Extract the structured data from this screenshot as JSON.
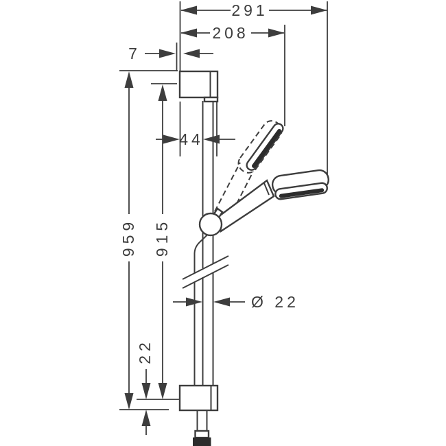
{
  "drawing": {
    "type": "technical-dimension-drawing",
    "subject": "shower slide bar with hand shower",
    "unit": "mm",
    "dimensions": {
      "overall_reach": "291",
      "upper_head_reach": "208",
      "wall_offset": "7",
      "bar_face_offset": "44",
      "overall_height": "959",
      "hole_distance": "915",
      "bottom_end_offset": "22",
      "bar_diameter": "Ø 22"
    },
    "colors": {
      "line": "#3d3d3d",
      "spray_face": "#2c2c2c",
      "background": "#ffffff"
    }
  }
}
